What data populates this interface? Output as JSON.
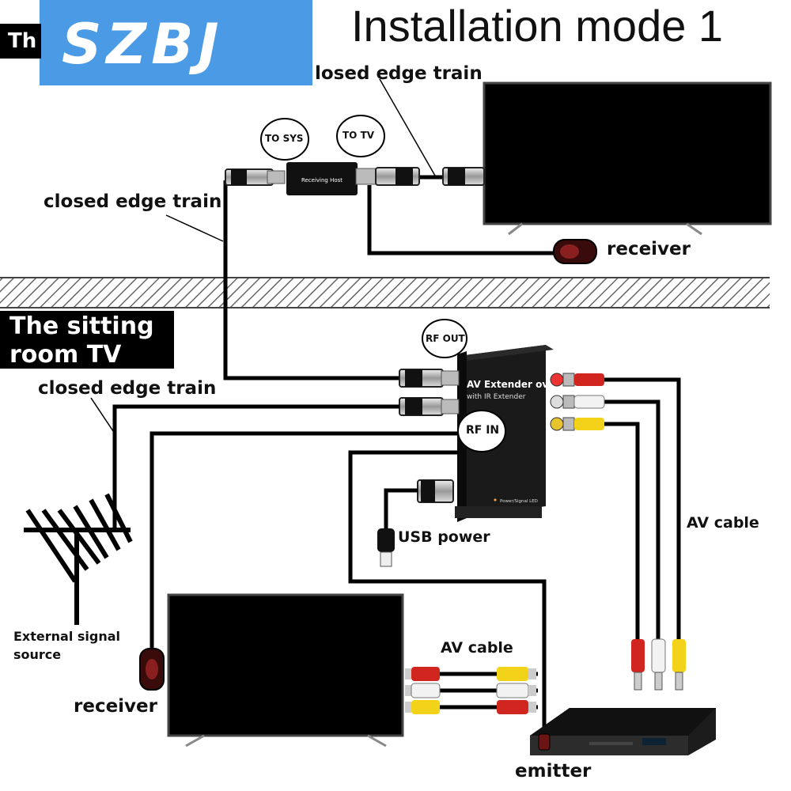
{
  "header": {
    "badge_text": "Th",
    "brand_logo": "SZBJ",
    "title": "Installation mode 1"
  },
  "room_label": {
    "line1": "The sitting",
    "line2": "room TV"
  },
  "upper": {
    "cable_label_top": "losed edge train",
    "cable_label_left": "closed edge train",
    "host_ports": {
      "to_sys": "TO SYS",
      "to_tv": "TO TV"
    },
    "host_name": "Receiving Host",
    "receiver_label": "receiver"
  },
  "lower": {
    "cable_label": "closed edge train",
    "extender": {
      "title": "AV Extender over RF",
      "subtitle": "with IR Extender",
      "led_label": "Power/Signal LED",
      "rf_out": "RF OUT",
      "rf_in": "RF IN"
    },
    "usb_label": "USB power",
    "av_cable_right": "AV cable",
    "av_cable_mid": "AV cable",
    "antenna_label_line1": "External signal",
    "antenna_label_line2": "source",
    "receiver_label": "receiver",
    "emitter_label": "emitter"
  },
  "colors": {
    "logo_bg": "#4a9ae6",
    "rca_red": "#d1261f",
    "rca_yellow": "#f3d21a",
    "rca_white": "#f2f2f2"
  }
}
